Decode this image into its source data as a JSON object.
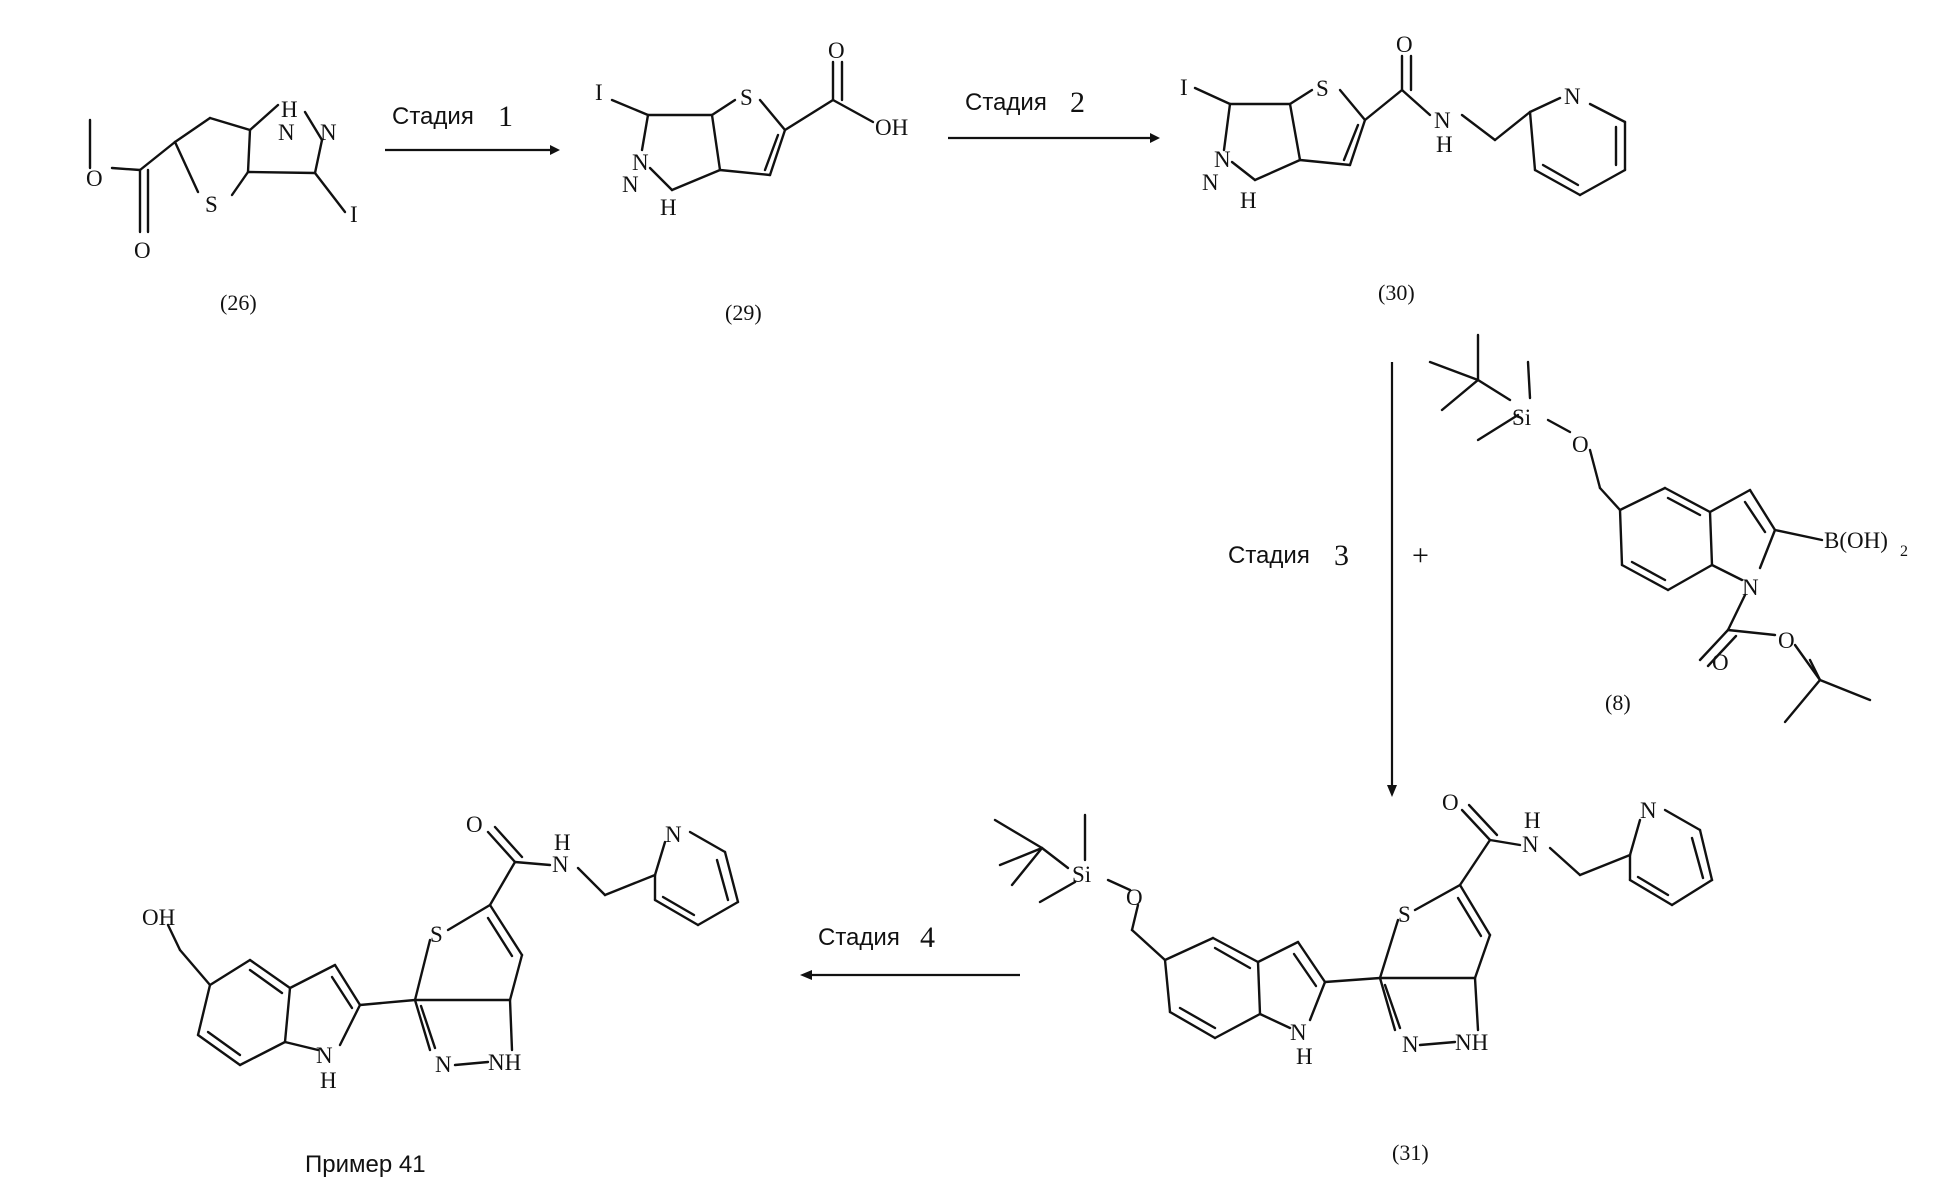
{
  "steps": {
    "s1_word": "Стадия",
    "s1_num": "1",
    "s2_word": "Стадия",
    "s2_num": "2",
    "s3_word": "Стадия",
    "s3_num": "3",
    "s4_word": "Стадия",
    "s4_num": "4"
  },
  "plus": "+",
  "compounds": {
    "c26": "(26)",
    "c29": "(29)",
    "c30": "(30)",
    "c8": "(8)",
    "c31": "(31)",
    "ex41": "Пример 41"
  },
  "atoms": {
    "H": "H",
    "N": "N",
    "S": "S",
    "O": "O",
    "I": "I",
    "OH": "OH",
    "NH": "NH",
    "Si": "Si",
    "B_OH2": "B(OH)",
    "sub2": "2"
  }
}
